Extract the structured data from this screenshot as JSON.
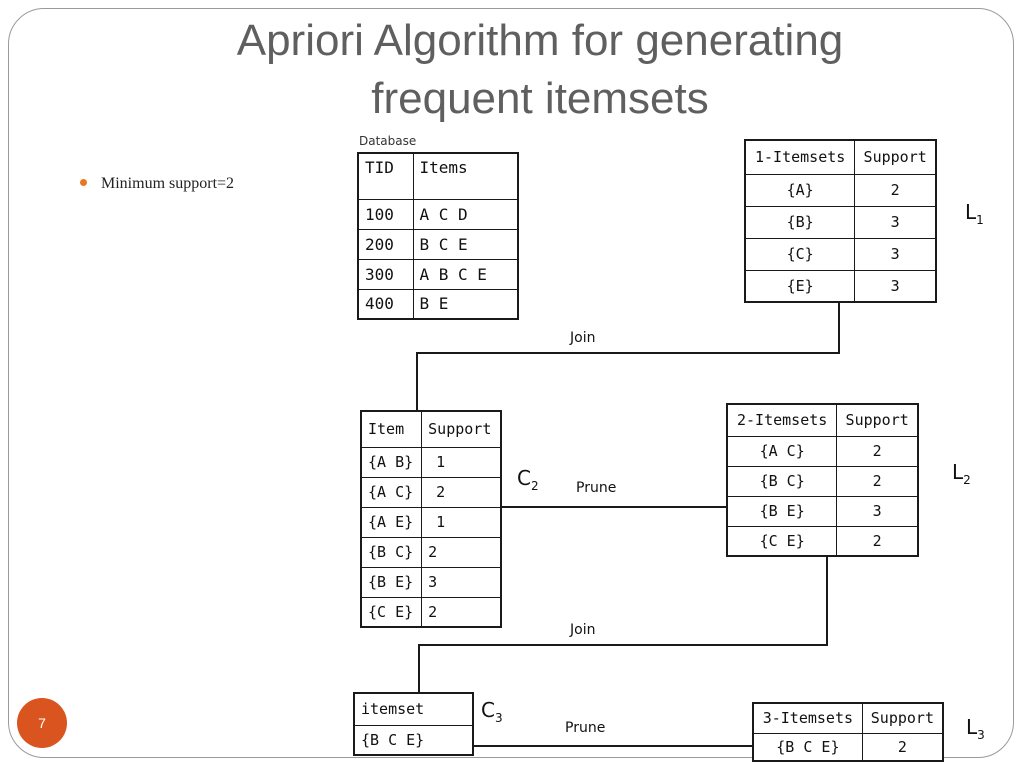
{
  "slide": {
    "title_line1": "Apriori Algorithm for generating",
    "title_line2": "frequent itemsets",
    "bullet": "Minimum support=2",
    "slide_number": "7",
    "accent": "#e87722",
    "badge_color": "#d9541e"
  },
  "diagram": {
    "database": {
      "caption": "Database",
      "headers": [
        "TID",
        "Items"
      ],
      "rows": [
        [
          "100",
          "A C D"
        ],
        [
          "200",
          "B C E"
        ],
        [
          "300",
          "A B C E"
        ],
        [
          "400",
          "B E"
        ]
      ]
    },
    "l1": {
      "label": "L",
      "sub": "1",
      "headers": [
        "1-Itemsets",
        "Support"
      ],
      "rows": [
        [
          "{A}",
          "2"
        ],
        [
          "{B}",
          "3"
        ],
        [
          "{C}",
          "3"
        ],
        [
          "{E}",
          "3"
        ]
      ]
    },
    "c2": {
      "label": "C",
      "sub": "2",
      "headers": [
        "Item",
        "Support"
      ],
      "rows": [
        [
          "{A B}",
          "1"
        ],
        [
          "{A C}",
          "2"
        ],
        [
          "{A E}",
          "1"
        ],
        [
          "{B C}",
          "2"
        ],
        [
          "{B E}",
          "3"
        ],
        [
          "{C E}",
          "2"
        ]
      ]
    },
    "l2": {
      "label": "L",
      "sub": "2",
      "headers": [
        "2-Itemsets",
        "Support"
      ],
      "rows": [
        [
          "{A C}",
          "2"
        ],
        [
          "{B C}",
          "2"
        ],
        [
          "{B E}",
          "3"
        ],
        [
          "{C E}",
          "2"
        ]
      ]
    },
    "c3": {
      "label": "C",
      "sub": "3",
      "headers": [
        "itemset"
      ],
      "rows": [
        [
          "{B C E}"
        ]
      ]
    },
    "l3": {
      "label": "L",
      "sub": "3",
      "headers": [
        "3-Itemsets",
        "Support"
      ],
      "rows": [
        [
          "{B C E}",
          "2"
        ]
      ]
    },
    "ops": {
      "join1": "Join",
      "prune1": "Prune",
      "join2": "Join",
      "prune2": "Prune"
    }
  }
}
